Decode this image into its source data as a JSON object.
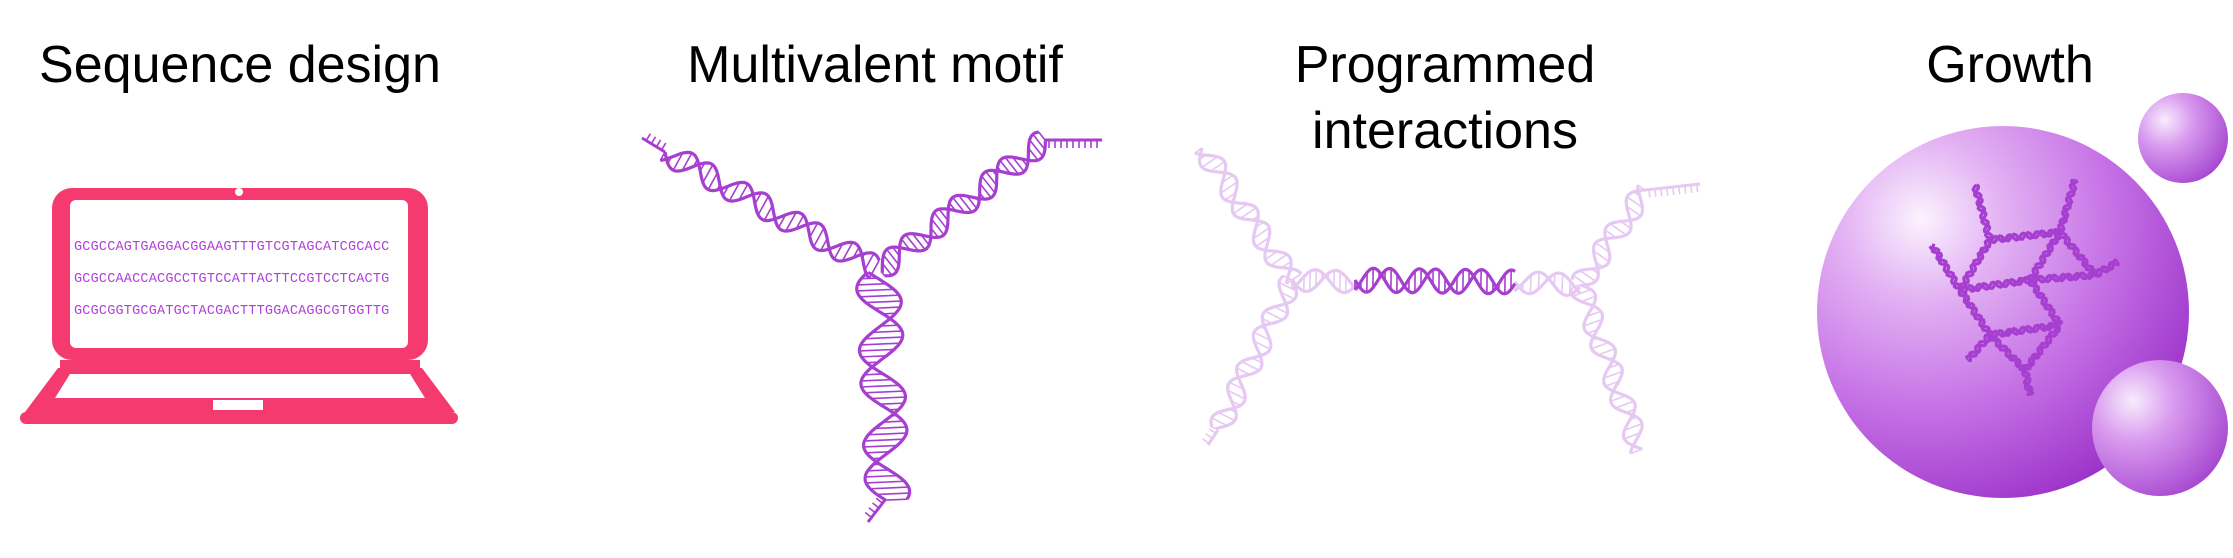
{
  "panels": [
    {
      "title_lines": [
        "Sequence design"
      ]
    },
    {
      "title_lines": [
        "Multivalent motif"
      ]
    },
    {
      "title_lines": [
        "Programmed",
        "interactions"
      ]
    },
    {
      "title_lines": [
        "Growth"
      ]
    }
  ],
  "laptop": {
    "sequences": [
      "GCGCCAGTGAGGACGGAAGTTTGTCGTAGCATCGCACC",
      "GCGCCAACCACGCCTGTCCATTACTTCCGTCCTCACTG",
      "GCGCGGTGCGATGCTACGACTTTGGACAGGCGTGGTTG"
    ]
  },
  "colors": {
    "laptop": "#f43a6e",
    "sequence_text": "#b040d8",
    "dna": "#a63fd0",
    "dna_faded": "#e6c9f3",
    "sphere": "#c06ae0"
  }
}
